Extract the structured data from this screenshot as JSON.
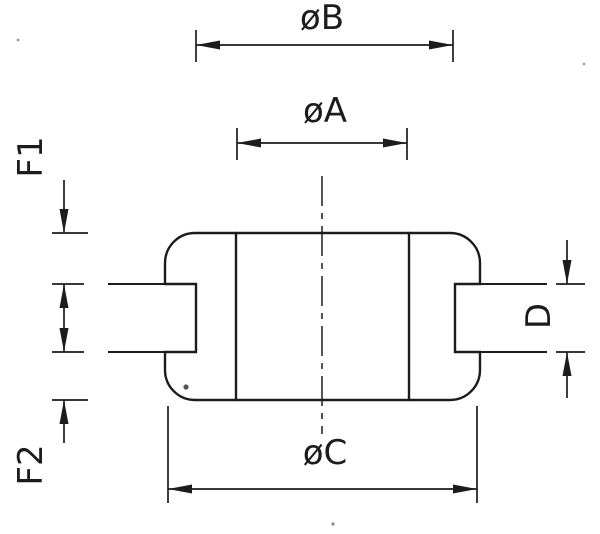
{
  "drawing": {
    "type": "technical-drawing",
    "subject": "grommet-cross-section",
    "dimensions": {
      "dia_b": "øB",
      "dia_a": "øA",
      "dia_c": "øC",
      "flange_top": "F1",
      "flange_bottom": "F2",
      "groove": "D"
    },
    "colors": {
      "line": "#1c1c1c",
      "background": "#ffffff"
    }
  }
}
